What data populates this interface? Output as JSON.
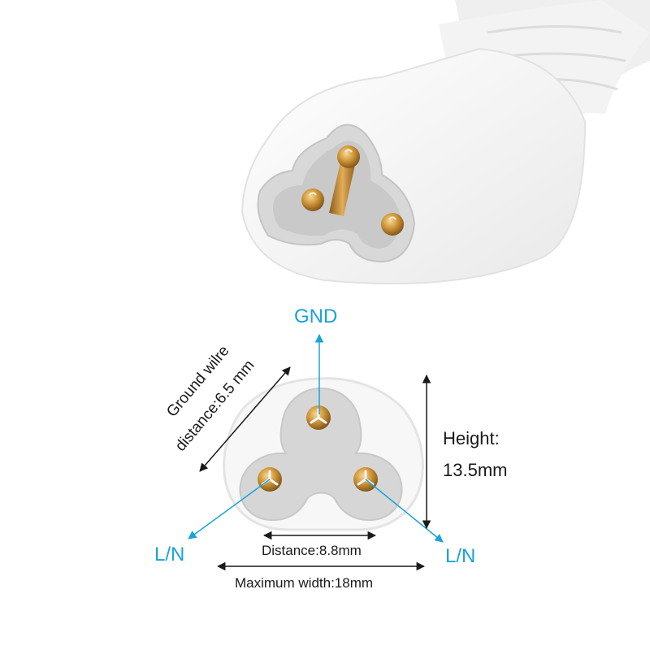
{
  "labels": {
    "gnd": "GND",
    "ln_left": "L/N",
    "ln_right": "L/N",
    "height_title": "Height:",
    "height_value": "13.5mm",
    "ground_line1": "Ground wilre",
    "ground_line2": "distance:6.5 mm",
    "distance": "Distance:8.8mm",
    "max_width": "Maximum width:18mm"
  },
  "colors": {
    "pin_label": "#1aa3d9",
    "dimension_text": "#1a1a1a",
    "connector_body": "#f7f7f7",
    "socket_recess": "#d7d7d7",
    "pin_brass": "#c98a2e"
  }
}
